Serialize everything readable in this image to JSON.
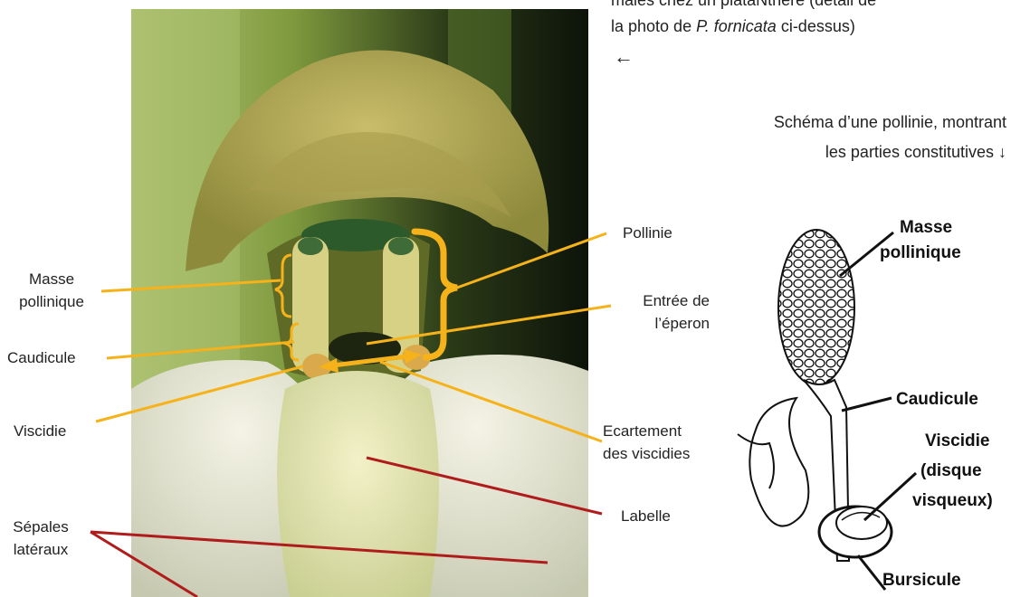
{
  "caption": {
    "top_line_1": "mâles chez un plataNthère (détail de",
    "top_line_2_pre": "la photo de ",
    "top_line_2_species": "P. fornicata",
    "top_line_2_post": " ci-dessus)",
    "left_arrow": "←",
    "schema_line_1": "Schéma d’une pollinie, montrant",
    "schema_line_2": "les parties constitutives ↓"
  },
  "photo_labels": {
    "masse_pollinique_1": "Masse",
    "masse_pollinique_2": "pollinique",
    "caudicule": "Caudicule",
    "viscidie": "Viscidie",
    "sepales_1": "Sépales",
    "sepales_2": "latéraux",
    "pollinie": "Pollinie",
    "entree_1": "Entrée de",
    "entree_2": "l’éperon",
    "ecartement_1": "Ecartement",
    "ecartement_2": "des viscidies",
    "labelle": "Labelle"
  },
  "schema_labels": {
    "masse_1": "Masse",
    "masse_2": "pollinique",
    "caudicule": "Caudicule",
    "viscidie_1": "Viscidie",
    "viscidie_2": "(disque",
    "viscidie_3": "visqueux)",
    "bursicule": "Bursicule"
  },
  "colors": {
    "leader_yellow": "#f5b21b",
    "leader_red": "#b01c1c",
    "schema_ink": "#111111"
  }
}
